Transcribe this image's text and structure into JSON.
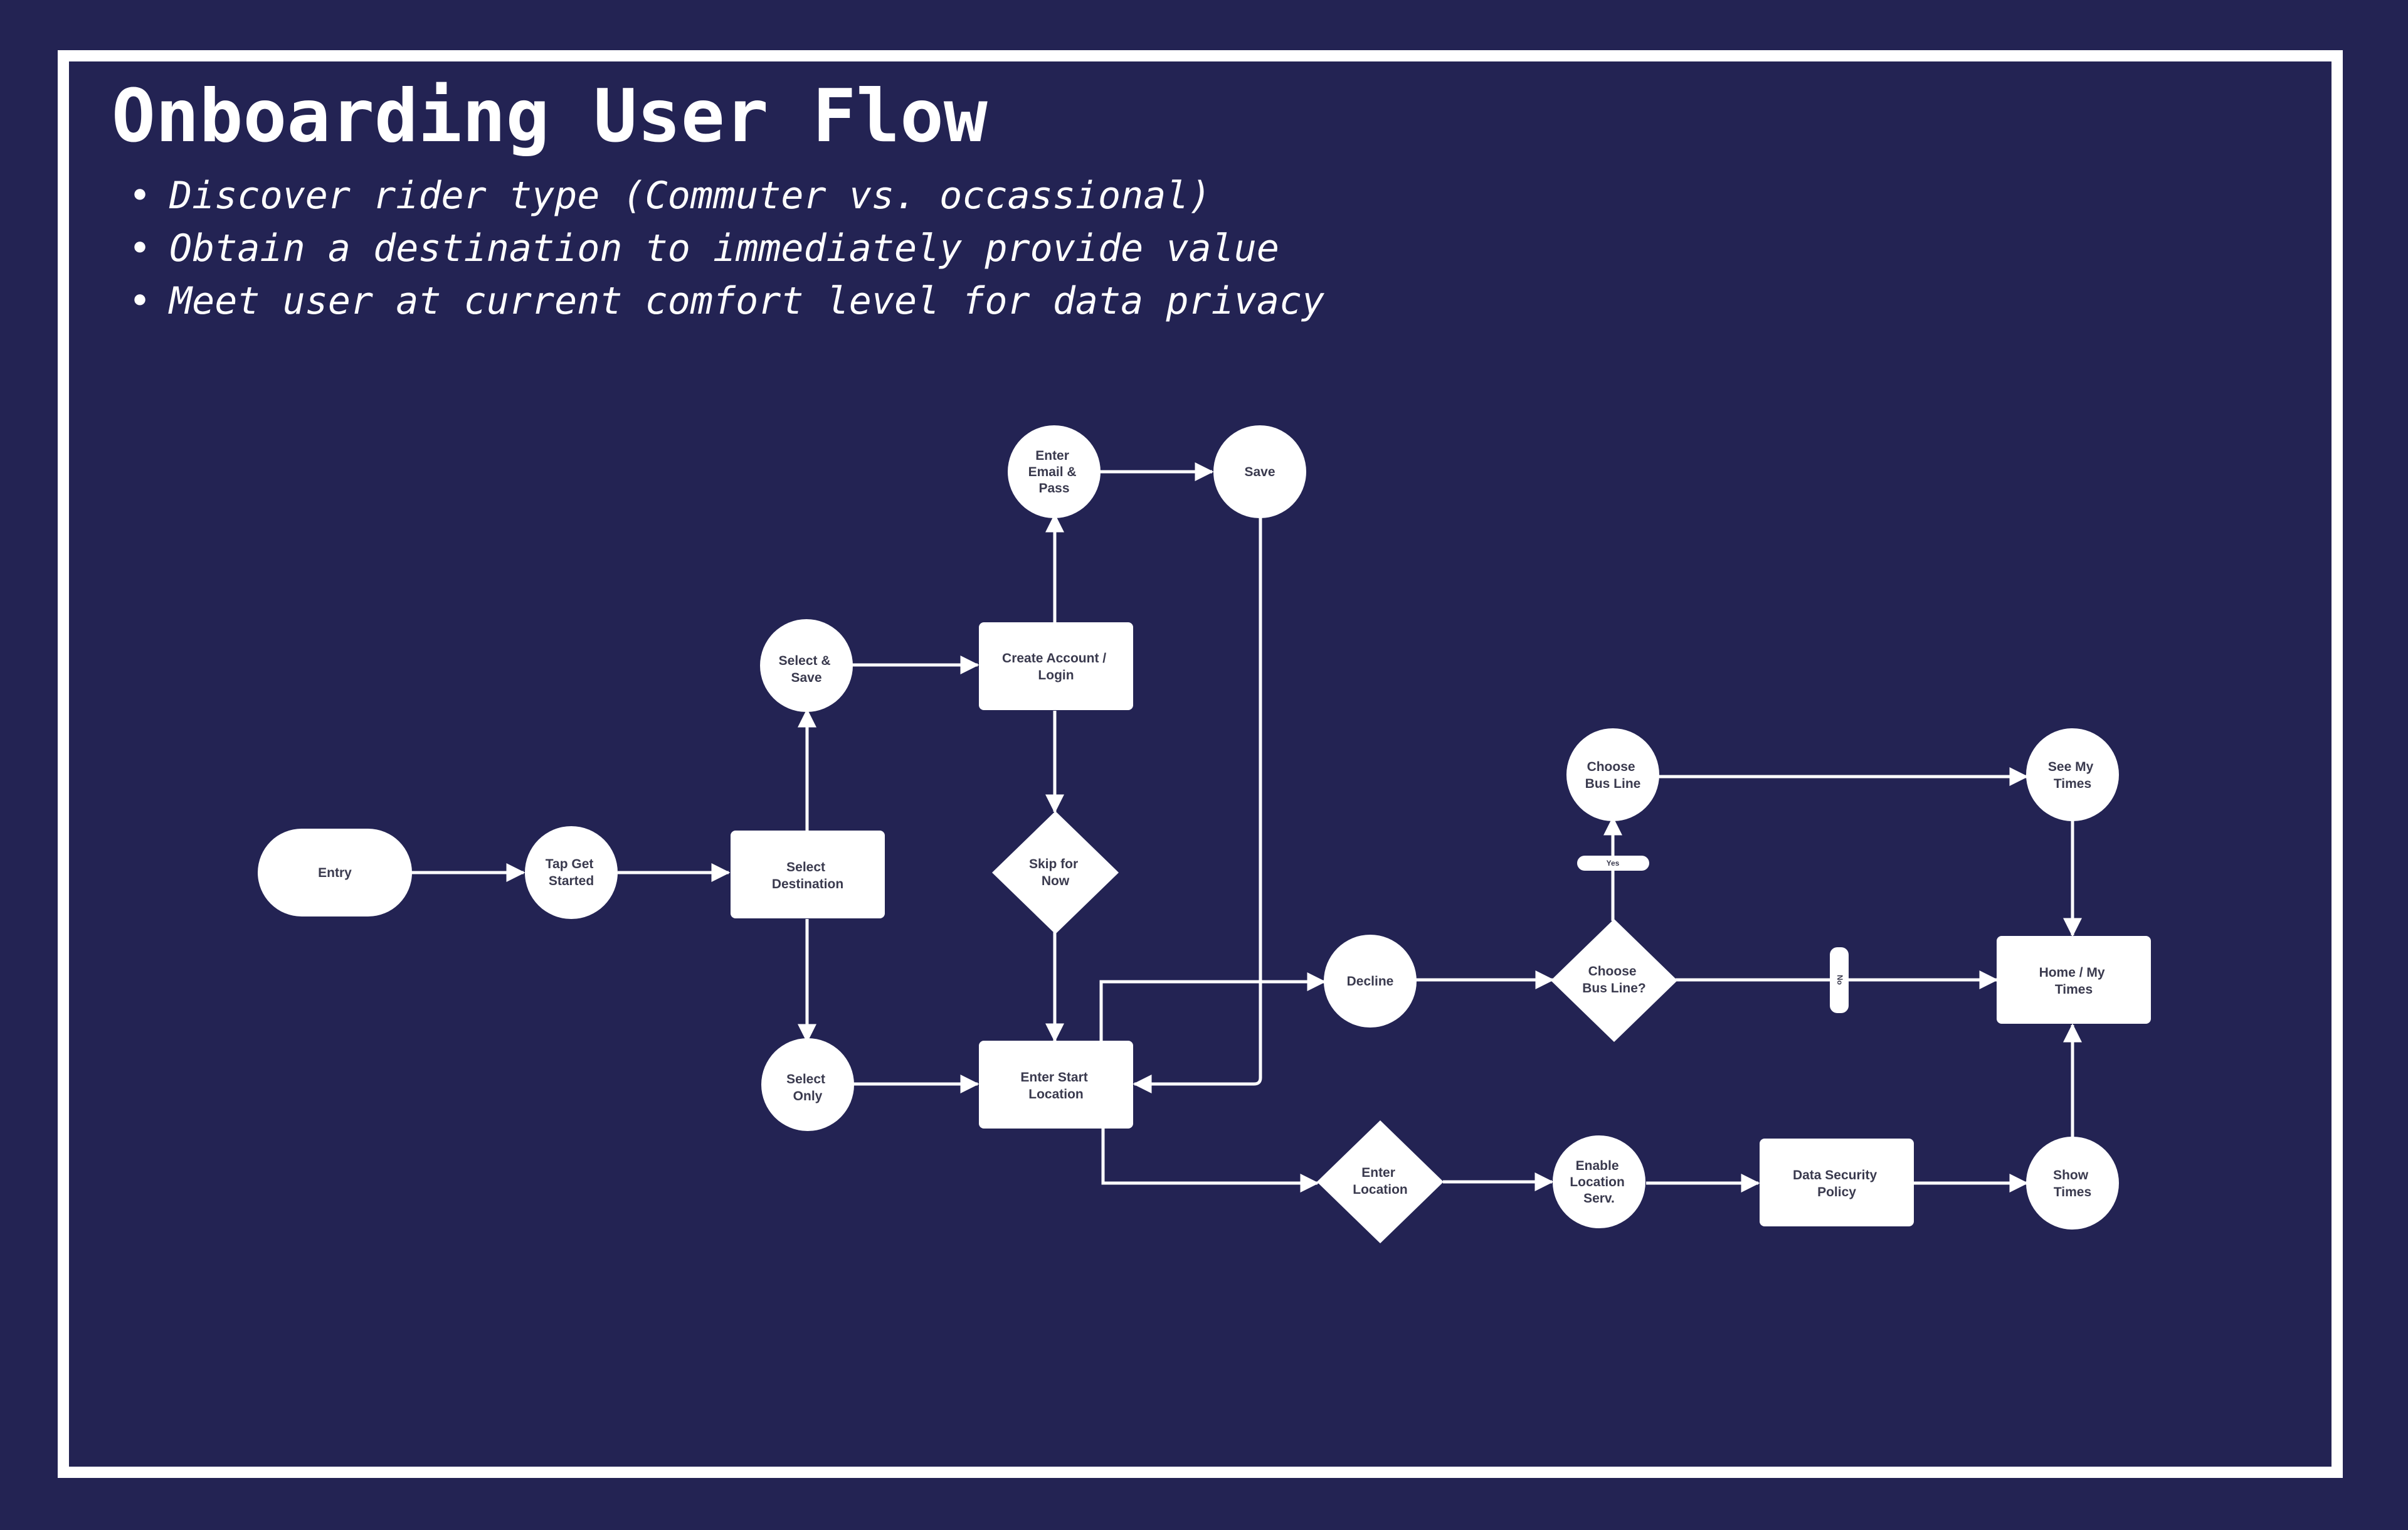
{
  "title": "Onboarding User Flow",
  "bullets": [
    "Discover rider type (Commuter vs. occassional)",
    "Obtain a destination to immediately provide value",
    "Meet user at current comfort level for data privacy"
  ],
  "colors": {
    "background": "#232353",
    "foreground": "#ffffff",
    "node_text": "#3a3a4e"
  },
  "nodes": {
    "entry": [
      "Entry"
    ],
    "tap_get_started": [
      "Tap Get",
      "Started"
    ],
    "select_destination": [
      "Select",
      "Destination"
    ],
    "select_save": [
      "Select &",
      "Save"
    ],
    "select_only": [
      "Select",
      "Only"
    ],
    "create_account": [
      "Create Account /",
      "Login"
    ],
    "enter_email": [
      "Enter",
      "Email &",
      "Pass"
    ],
    "save": [
      "Save"
    ],
    "skip_for_now": [
      "Skip for",
      "Now"
    ],
    "enter_start_location": [
      "Enter Start",
      "Location"
    ],
    "decline": [
      "Decline"
    ],
    "enter_location": [
      "Enter",
      "Location"
    ],
    "choose_bus_line_q": [
      "Choose",
      "Bus Line?"
    ],
    "choose_bus_line": [
      "Choose",
      "Bus Line"
    ],
    "enable_location": [
      "Enable",
      "Location",
      "Serv."
    ],
    "data_security": [
      "Data Security",
      "Policy"
    ],
    "see_my_times": [
      "See My",
      "Times"
    ],
    "home_my_times": [
      "Home / My",
      "Times"
    ],
    "show_times": [
      "Show",
      "Times"
    ]
  },
  "branch_labels": {
    "yes": "Yes",
    "no": "No"
  }
}
